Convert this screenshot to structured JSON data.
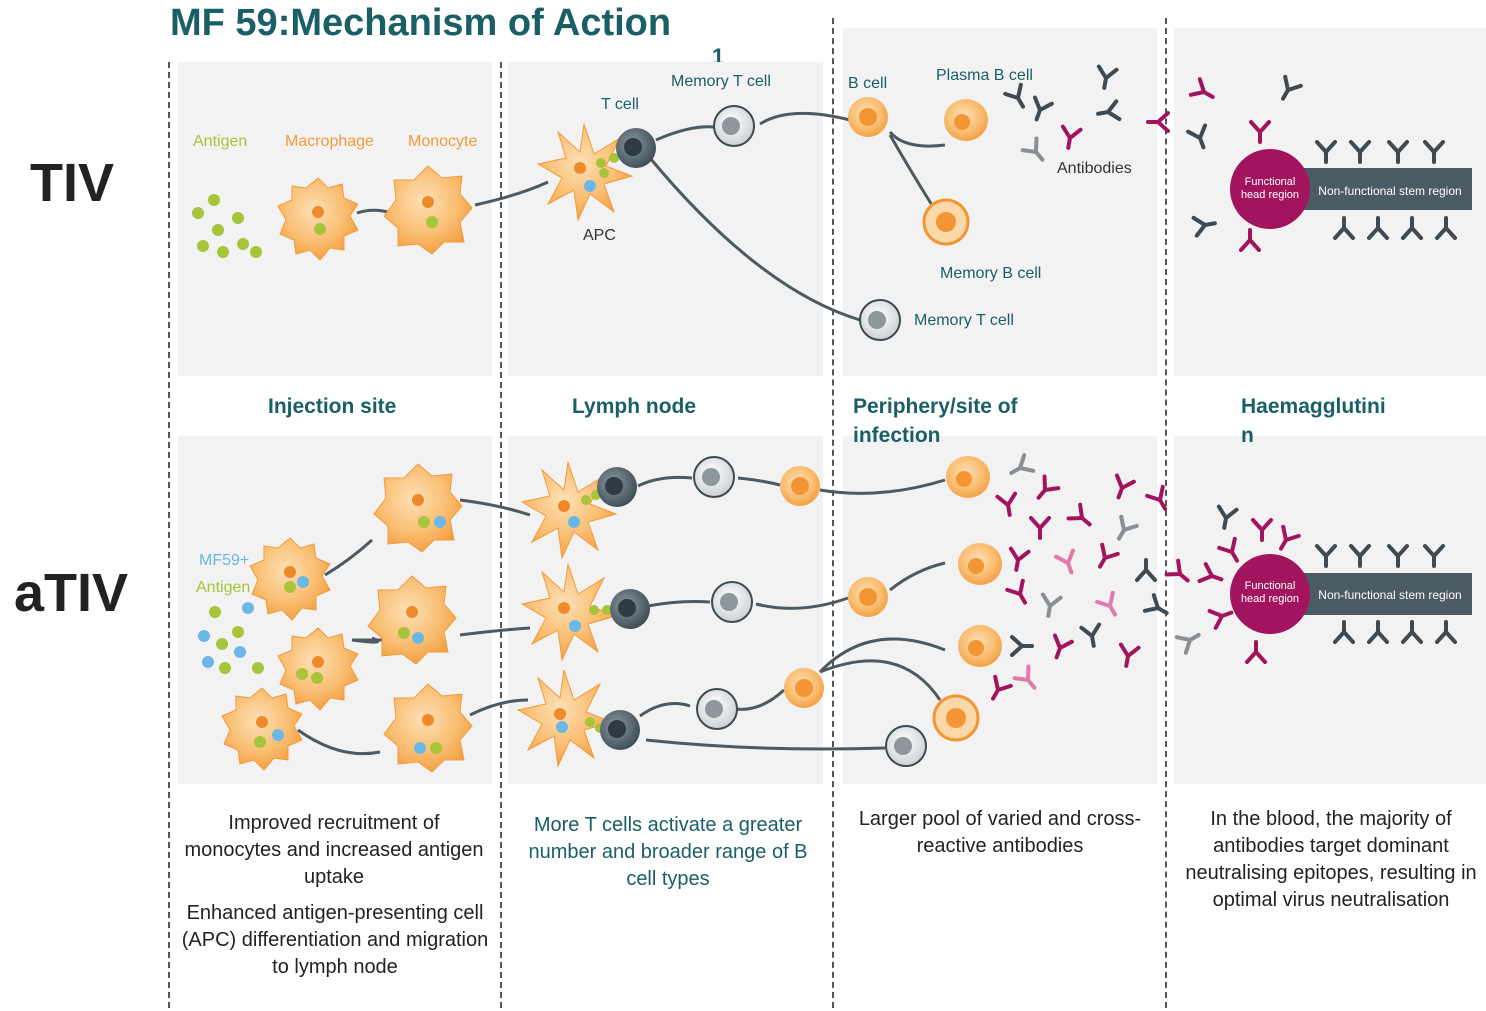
{
  "title": "MF 59:Mechanism of Action",
  "title_fragment": "1",
  "rows": {
    "tiv": "TIV",
    "ativ": "aTIV"
  },
  "columns": {
    "injection": "Injection site",
    "lymph": "Lymph node",
    "periphery": "Periphery/site of infection",
    "haem_line1": "Haemagglutini",
    "haem_line2": "n"
  },
  "tiv_labels": {
    "antigen": "Antigen",
    "macrophage": "Macrophage",
    "monocyte": "Monocyte",
    "t_cell": "T cell",
    "memory_t_cell_top": "Memory T cell",
    "apc": "APC",
    "b_cell": "B cell",
    "plasma_b_cell": "Plasma B cell",
    "antibodies": "Antibodies",
    "memory_b_cell": "Memory B cell",
    "memory_t_cell_bottom": "Memory T cell"
  },
  "ativ_labels": {
    "mf59": "MF59+",
    "antigen": "Antigen"
  },
  "haemagglutinin": {
    "head": "Functional head region",
    "stem": "Non-functional stem region"
  },
  "descriptions": {
    "injection_1": "Improved recruitment of monocytes and increased antigen uptake",
    "injection_2": "Enhanced antigen-presenting cell (APC) differentiation and migration to lymph node",
    "lymph": "More T cells activate a greater number and broader range of B cell types",
    "periphery": "Larger pool of varied and cross-reactive antibodies",
    "haem": "In the blood, the majority of antibodies target dominant neutralising epitopes, resulting in optimal virus neutralisation"
  },
  "colors": {
    "teal": "#1a5e66",
    "orange": "#f7a94a",
    "orange_dark": "#ee8a2a",
    "antigen_green": "#a8c43a",
    "mf59_blue": "#6bb8e6",
    "magenta": "#a3145f",
    "grey_ab": "#3f4a52",
    "tcell": "#46565f"
  }
}
